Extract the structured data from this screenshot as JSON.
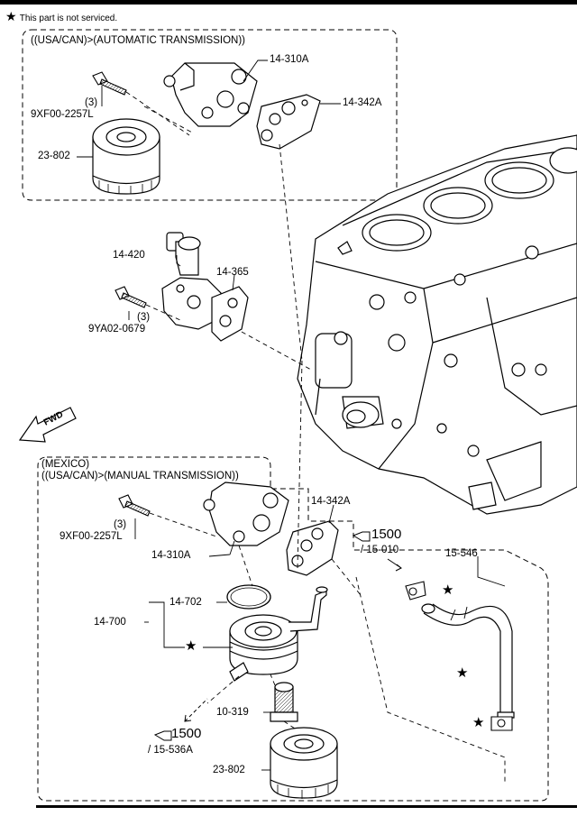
{
  "header": {
    "star_glyph": "★",
    "note": "This part is not serviced."
  },
  "sections": {
    "auto": {
      "title": "((USA/CAN)>(AUTOMATIC TRANSMISSION))"
    },
    "manual": {
      "line1": "(MEXICO)",
      "line2": "((USA/CAN)>(MANUAL TRANSMISSION))"
    }
  },
  "labels": {
    "p_14_310A_top": "14-310A",
    "p_14_342A_top": "14-342A",
    "p_qty_top": "(3)",
    "p_9XF00_top": "9XF00-2257L",
    "p_23_802_top": "23-802",
    "p_14_420": "14-420",
    "p_14_365": "14-365",
    "p_qty_mid": "(3)",
    "p_9YA02": "9YA02-0679",
    "fwd": "FWD",
    "p_14_342A_bot": "14-342A",
    "p_qty_bot": "(3)",
    "p_9XF00_bot": "9XF00-2257L",
    "p_14_310A_bot": "14-310A",
    "ref_1500_a": "1500",
    "ref_15_010": "/ 15-010",
    "p_15_546": "15-546",
    "p_14_702": "14-702",
    "p_14_700": "14-700",
    "ref_1500_b": "1500",
    "ref_15_536A": "/ 15-536A",
    "p_10_319": "10-319",
    "p_23_802_bot": "23-802"
  },
  "stars": [
    "★",
    "★",
    "★",
    "★"
  ],
  "colors": {
    "line": "#000000",
    "background": "#ffffff"
  }
}
